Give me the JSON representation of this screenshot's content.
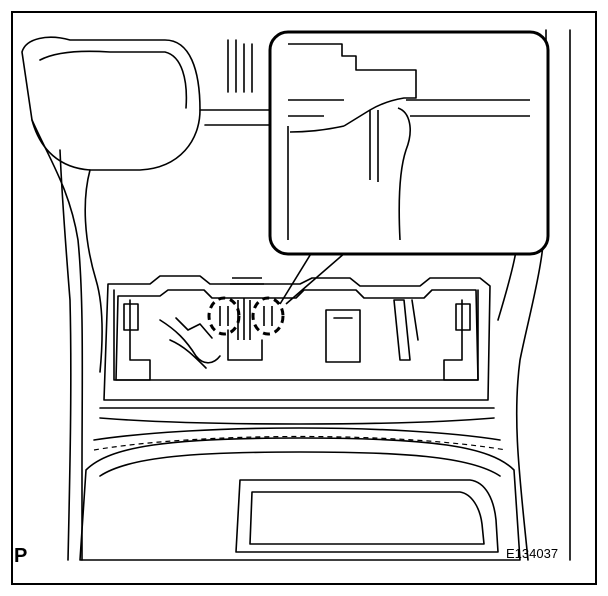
{
  "figure": {
    "view_marker": "P",
    "illustration_code": "E134037",
    "detail_callout": "clip-detail-enlargement",
    "highlighted_parts": [
      "clip-left",
      "clip-right"
    ]
  }
}
